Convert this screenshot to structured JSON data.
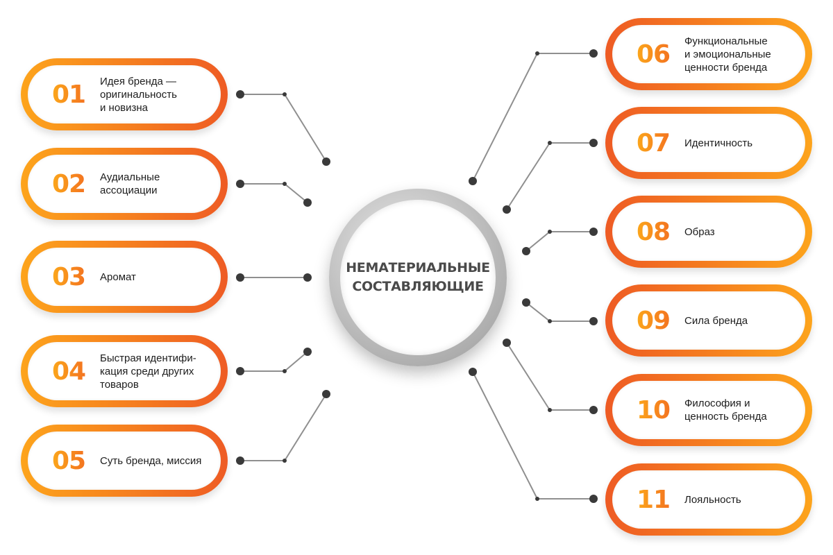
{
  "center": {
    "title": "НЕМАТЕРИАЛЬНЫЕ\nСОСТАВЛЯЮЩИЕ"
  },
  "colors": {
    "orange_light": "#fda41c",
    "orange_dark": "#ee5b24",
    "connector": "#555555",
    "ring": "#b5b5b5"
  },
  "items": [
    {
      "number": "01",
      "label": "Идея бренда —\nоригинальность\nи новизна"
    },
    {
      "number": "02",
      "label": "Аудиальные\nассоциации"
    },
    {
      "number": "03",
      "label": "Аромат"
    },
    {
      "number": "04",
      "label": "Быстрая идентифи-\nкация среди других\nтоваров"
    },
    {
      "number": "05",
      "label": "Суть бренда, миссия"
    },
    {
      "number": "06",
      "label": "Функциональные\nи эмоциональные\nценности бренда"
    },
    {
      "number": "07",
      "label": "Идентичность"
    },
    {
      "number": "08",
      "label": "Образ"
    },
    {
      "number": "09",
      "label": "Сила бренда"
    },
    {
      "number": "10",
      "label": "Философия и\nценность бренда"
    },
    {
      "number": "11",
      "label": "Лояльность"
    }
  ]
}
